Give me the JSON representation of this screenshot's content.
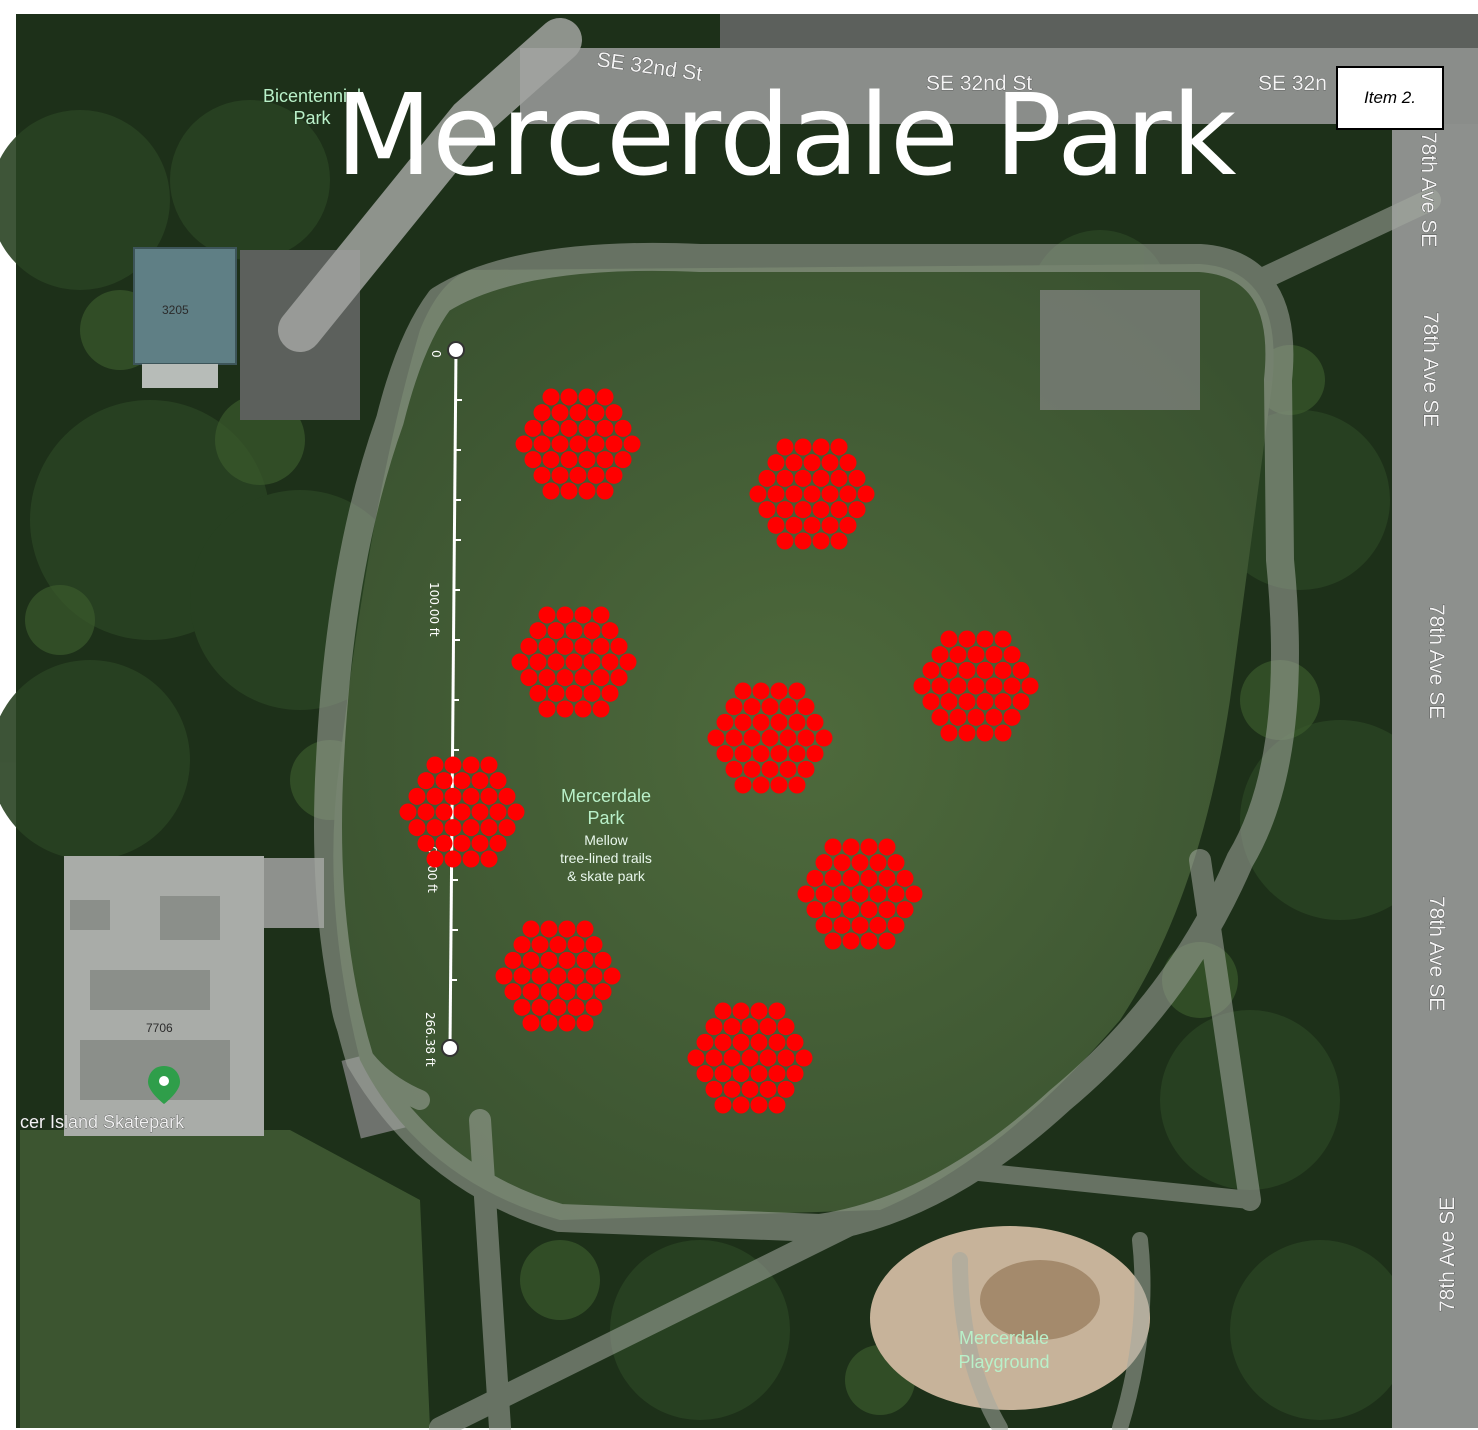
{
  "title": "Mercerdale Park",
  "item_label": "Item 2.",
  "streets": {
    "se32_a": "SE 32nd St",
    "se32_b": "SE 32nd St",
    "se32_c": "SE 32n",
    "ave78_1": "78th Ave SE",
    "ave78_2": "78th Ave SE",
    "ave78_3": "78th Ave SE",
    "ave78_4": "78th Ave SE",
    "ave78_5": "78th Ave SE"
  },
  "places": {
    "bicentennial_line1": "Bicentennial",
    "bicentennial_line2": "Park",
    "mercerdale_line1": "Mercerdale",
    "mercerdale_line2": "Park",
    "mercerdale_desc1": "Mellow",
    "mercerdale_desc2": "tree-lined trails",
    "mercerdale_desc3": "& skate park",
    "skatepark": "cer Island Skatepark",
    "playground_line1": "Mercerdale",
    "playground_line2": "Playground"
  },
  "buildings": {
    "b3205": "3205",
    "b7706": "7706"
  },
  "measure": {
    "start": "0",
    "mid": "100.00 ft",
    "second": "00.00 ft",
    "total": "266.38 ft"
  },
  "colors": {
    "marker": "#ff0000",
    "grass": "#3f5a33",
    "forest": "#1b2d17",
    "trail": "#9aa096"
  },
  "marker_clusters": 10
}
